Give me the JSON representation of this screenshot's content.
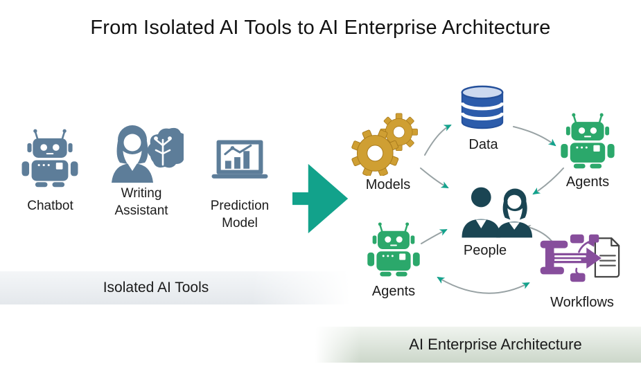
{
  "title": "From Isolated AI Tools to AI Enterprise Architecture",
  "left_section": {
    "banner_label": "Isolated AI Tools",
    "tools": [
      {
        "label": "Chatbot",
        "icon": "robot-icon"
      },
      {
        "label": "Writing Assistant",
        "icon": "writing-assistant-icon"
      },
      {
        "label": "Prediction Model",
        "icon": "prediction-model-icon"
      }
    ]
  },
  "transition": {
    "icon": "big-right-arrow-icon"
  },
  "right_section": {
    "banner_label": "AI Enterprise Architecture",
    "nodes": [
      {
        "id": "models",
        "label": "Models",
        "icon": "gears-icon"
      },
      {
        "id": "data",
        "label": "Data",
        "icon": "database-icon"
      },
      {
        "id": "agents-top",
        "label": "Agents",
        "icon": "robot-icon"
      },
      {
        "id": "people",
        "label": "People",
        "icon": "people-icon"
      },
      {
        "id": "agents-bottom",
        "label": "Agents",
        "icon": "robot-icon"
      },
      {
        "id": "workflows",
        "label": "Workflows",
        "icon": "workflow-icon"
      }
    ],
    "connections": [
      {
        "from": "models",
        "to": "data"
      },
      {
        "from": "data",
        "to": "agents-top"
      },
      {
        "from": "models",
        "to": "people"
      },
      {
        "from": "agents-top",
        "to": "people"
      },
      {
        "from": "agents-bottom",
        "to": "people"
      },
      {
        "from": "workflows",
        "to": "people"
      },
      {
        "from": "agents-bottom",
        "to": "workflows",
        "bidirectional": true
      }
    ]
  },
  "colors": {
    "slate_icon": "#5d7d99",
    "teal_arrow": "#12a28b",
    "gold_gears": "#cf9f33",
    "database_blue": "#2c5cab",
    "database_top": "#ccd9ef",
    "robot_green": "#2ba86b",
    "people_dark_teal": "#1a4553",
    "workflow_purple": "#874e9c",
    "connector_gray": "#98a2a4",
    "banner_left_bg": "#e4e8ec",
    "banner_right_bg": "#ccd7ca"
  }
}
